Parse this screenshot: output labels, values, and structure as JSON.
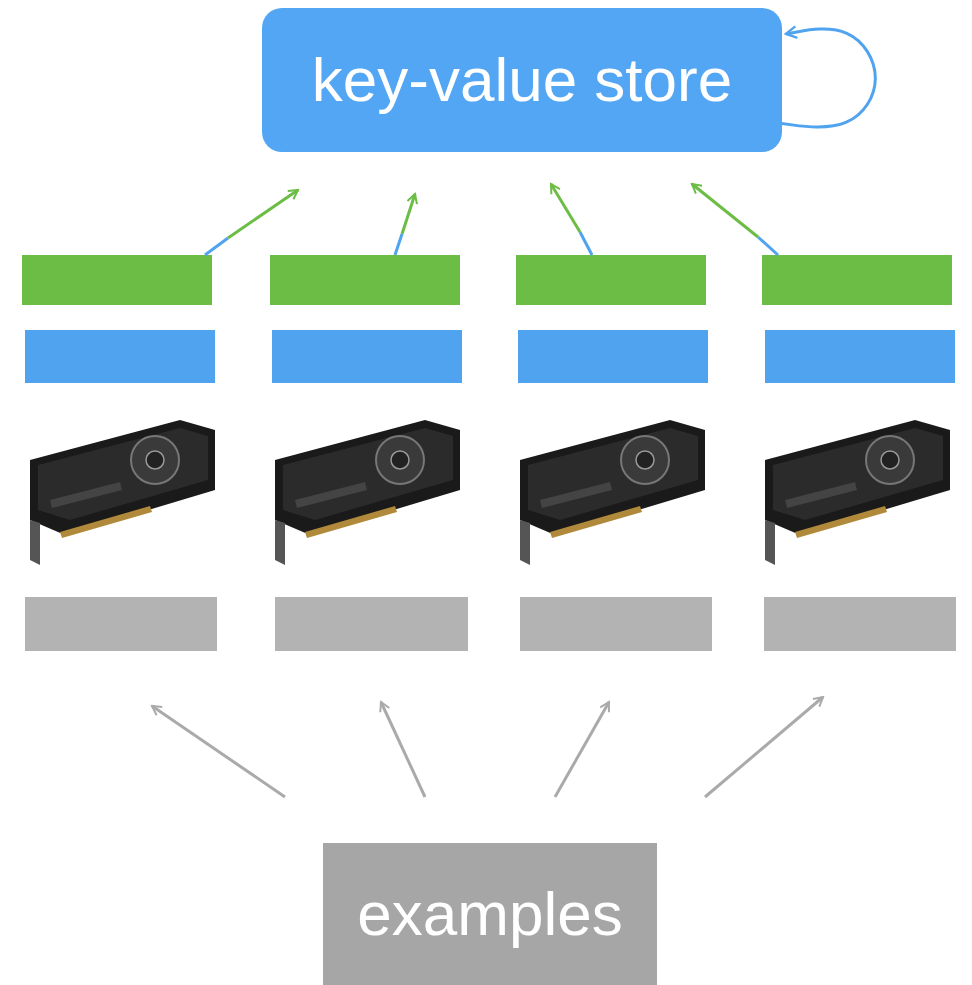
{
  "diagram": {
    "nodes": [
      {
        "text": [
          "key-value store"
        ]
      },
      {
        "text": [
          "examples"
        ]
      }
    ],
    "edges": [
      {
        "from": 0,
        "to": 0,
        "arrow": "to"
      }
    ]
  }
}
